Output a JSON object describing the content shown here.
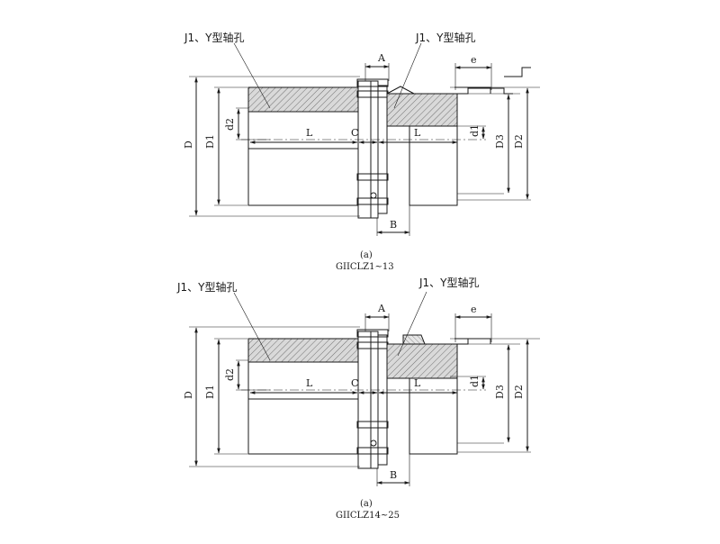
{
  "figures": [
    {
      "id": "fig-a-top",
      "bore_label_left": "J1、Y型轴孔",
      "bore_label_right": "J1、Y型轴孔",
      "dims": {
        "A": "A",
        "B": "B",
        "C": "C",
        "e": "e",
        "L_left": "L",
        "L_right": "L",
        "D": "D",
        "D1": "D1",
        "d2": "d2",
        "d1": "d1",
        "D3": "D3",
        "D2": "D2"
      },
      "caption_letter": "(a)",
      "caption_model": "GIICLZ1~13"
    },
    {
      "id": "fig-a-bottom",
      "bore_label_left": "J1、Y型轴孔",
      "bore_label_right": "J1、Y型轴孔",
      "dims": {
        "A": "A",
        "B": "B",
        "C": "C",
        "e": "e",
        "L_left": "L",
        "L_right": "L",
        "D": "D",
        "D1": "D1",
        "d2": "d2",
        "d1": "d1",
        "D3": "D3",
        "D2": "D2"
      },
      "caption_letter": "(a)",
      "caption_model": "GIICLZ14~25"
    }
  ]
}
